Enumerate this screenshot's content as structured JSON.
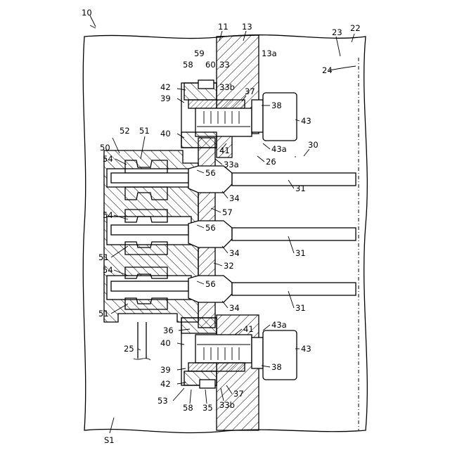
{
  "figure": {
    "labels": {
      "l10": "10",
      "l11": "11",
      "l13": "13",
      "l13a": "13a",
      "l22": "22",
      "l23": "23",
      "l24": "24",
      "l58t": "58",
      "l59": "59",
      "l60t": "60",
      "l33": "33",
      "l42t": "42",
      "l39t": "39",
      "l33bt": "33b",
      "l37t": "37",
      "l38t": "38",
      "l43t": "43",
      "l40t": "40",
      "l41t": "41",
      "l43at": "43a",
      "l30": "30",
      "l52": "52",
      "l51t": "51",
      "l50": "50",
      "l54a": "54",
      "l33a": "33a",
      "l26": "26",
      "l56a": "56",
      "l34a": "34",
      "l31a": "31",
      "l57": "57",
      "l54b": "54",
      "l56b": "56",
      "l51b": "51",
      "l34b": "34",
      "l31b": "31",
      "l32": "32",
      "l54c": "54",
      "l56c": "56",
      "l51c": "51",
      "l34c": "34",
      "l31c": "31",
      "l36": "36",
      "l41b": "41",
      "l43ab": "43a",
      "l40b": "40",
      "l25": "25",
      "l43b": "43",
      "l38b": "38",
      "l39b": "39",
      "l42b": "42",
      "l37b": "37",
      "l53": "53",
      "l58b": "58",
      "l35": "35",
      "l33bb": "33b",
      "ls1": "S1"
    }
  }
}
